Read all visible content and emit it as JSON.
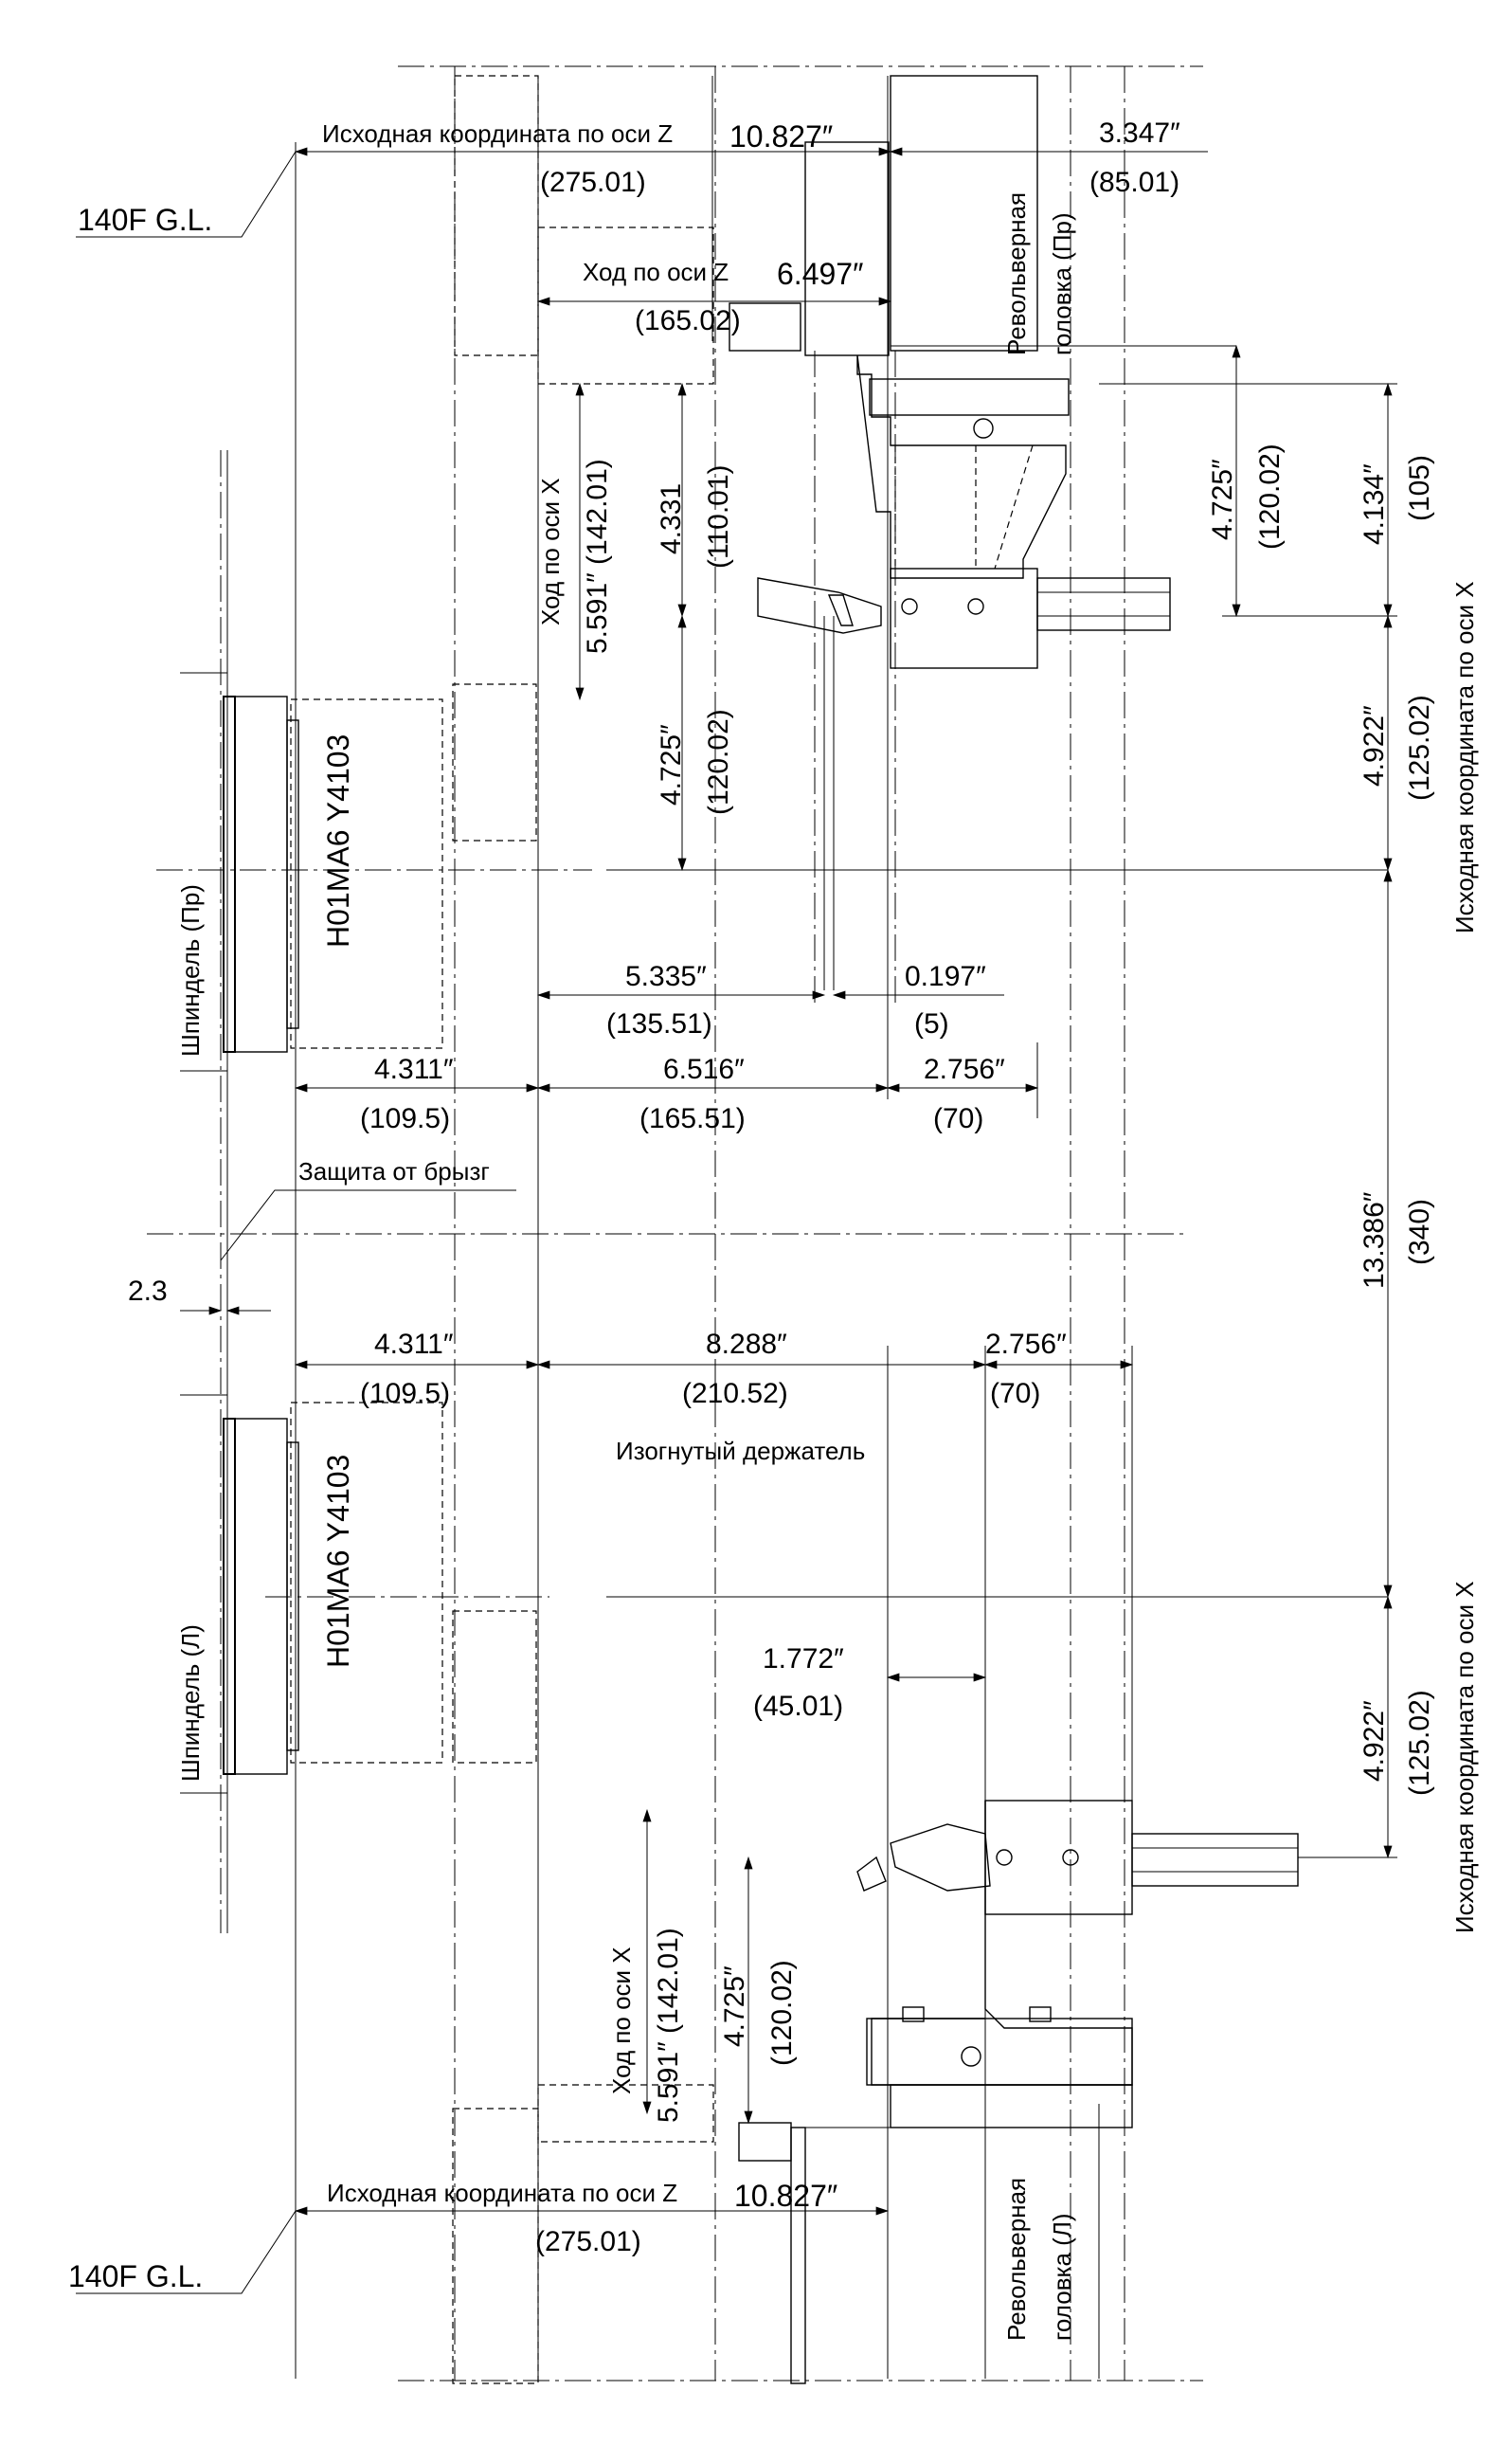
{
  "labels": {
    "gl_top": "140F G.L.",
    "gl_bottom": "140F G.L.",
    "z_origin_top": "Исходная координата по оси Z",
    "z_origin_bottom": "Исходная координата по оси Z",
    "z_stroke": "Ход по оси Z",
    "x_stroke_top": "Ход по оси X",
    "x_stroke_bottom": "Ход по оси X",
    "turret_right_l1": "Револьверная",
    "turret_right_l2": "головка (Пр)",
    "turret_left_l1": "Револьверная",
    "turret_left_l2": "головка (Л)",
    "x_origin_top": "Исходная координата по оси X",
    "x_origin_bottom": "Исходная координата по оси X",
    "spindle_right": "Шпиндель (Пр)",
    "spindle_left": "Шпиндель (Л)",
    "chuck_top": "H01MA6 Y4103",
    "chuck_bottom": "H01MA6 Y4103",
    "splash_guard": "Защита от брызг",
    "bent_holder": "Изогнутый держатель"
  },
  "dims": {
    "z_top_in": "10.827″",
    "z_top_mm": "(275.01)",
    "turret_r_in": "3.347″",
    "turret_r_mm": "(85.01)",
    "z_stroke_in": "6.497″",
    "z_stroke_mm": "(165.02)",
    "xs_top": "5.591″ (142.01)",
    "x1_in": "4.331",
    "x1_mm": "(110.01)",
    "x2_in": "4.725″",
    "x2_mm": "(120.02)",
    "r1_in": "4.725″",
    "r1_mm": "(120.02)",
    "r2_in": "4.134″",
    "r2_mm": "(105)",
    "r3_in": "4.922″",
    "r3_mm": "(125.02)",
    "h1_in": "5.335″",
    "h1_mm": "(135.51)",
    "h2_in": "0.197″",
    "h2_mm": "(5)",
    "t1_in": "4.311″",
    "t1_mm": "(109.5)",
    "t2_in": "6.516″",
    "t2_mm": "(165.51)",
    "t3_in": "2.756″",
    "t3_mm": "(70)",
    "gap": "2.3",
    "mid_in": "13.386″",
    "mid_mm": "(340)",
    "b1_in": "4.311″",
    "b1_mm": "(109.5)",
    "b2_in": "8.288″",
    "b2_mm": "(210.52)",
    "b3_in": "2.756″",
    "b3_mm": "(70)",
    "bh_in": "1.772″",
    "bh_mm": "(45.01)",
    "r4_in": "4.922″",
    "r4_mm": "(125.02)",
    "xs_bottom": "5.591″ (142.01)",
    "x3_in": "4.725″",
    "x3_mm": "(120.02)",
    "z_bot_in": "10.827″",
    "z_bot_mm": "(275.01)"
  }
}
